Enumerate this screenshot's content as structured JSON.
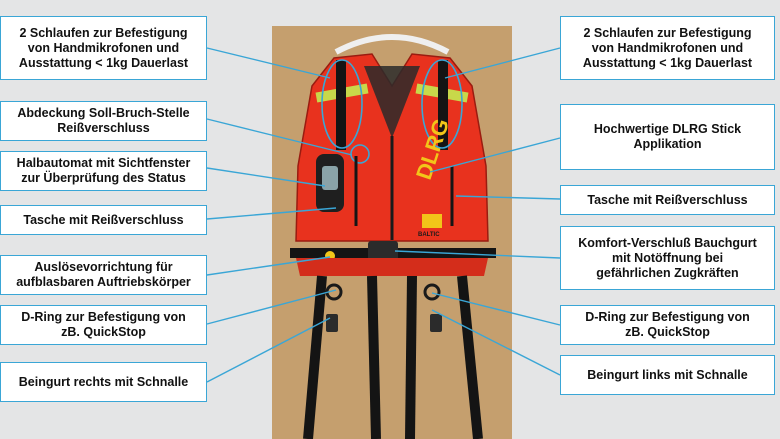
{
  "labels_left": [
    "2 Schlaufen zur Befestigung\nvon Handmikrofonen und\nAusstattung < 1kg Dauerlast",
    "Abdeckung Soll-Bruch-Stelle\nReißverschluss",
    "Halbautomat mit Sichtfenster\nzur Überprüfung des Status",
    "Tasche mit Reißverschluss",
    "Auslösevorrichtung für\naufblasbaren Auftriebskörper",
    "D-Ring zur Befestigung von\nzB. QuickStop",
    "Beingurt rechts mit Schnalle"
  ],
  "labels_right": [
    "2 Schlaufen zur Befestigung\nvon Handmikrofonen und\nAusstattung < 1kg Dauerlast",
    "Hochwertige DLRG Stick\nApplikation",
    "Tasche mit Reißverschluss",
    "Komfort-Verschluß Bauchgurt\nmit Notöffnung bei\ngefährlichen Zugkräften",
    "D-Ring zur Befestigung von\nzB. QuickStop",
    "Beingurt links mit Schnalle"
  ],
  "vest": {
    "chest_text": "DLRG",
    "brand_text": "BALTIC"
  },
  "colors": {
    "accent": "#3aa6d6",
    "vest_red": "#e8321e",
    "reflective": "#c8d84a",
    "strap": "#141414"
  }
}
